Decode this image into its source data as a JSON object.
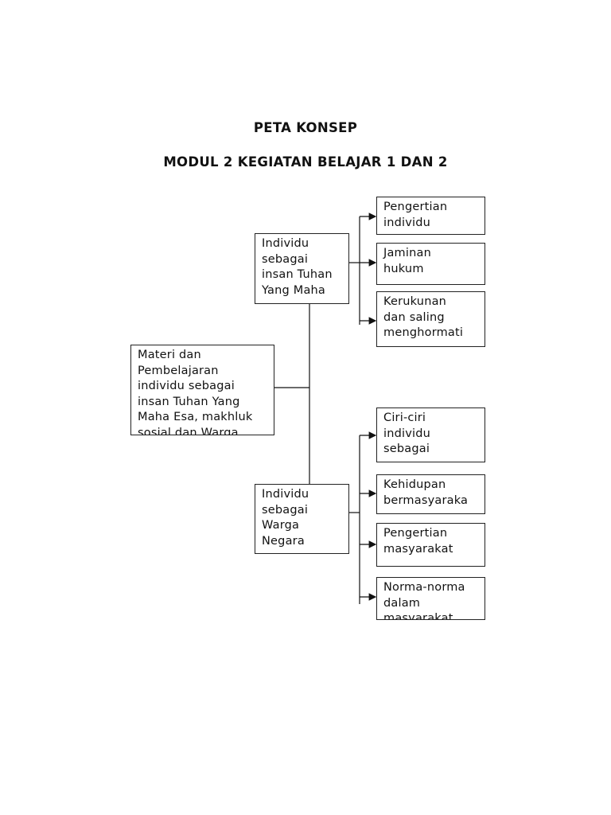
{
  "title": "PETA KONSEP",
  "subtitle": "MODUL 2 KEGIATAN BELAJAR 1 DAN 2",
  "root": {
    "lines": [
      "Materi  dan",
      "Pembelajaran",
      "individu sebagai",
      "insan Tuhan Yang",
      "Maha Esa, makhluk",
      "sosial dan Warga"
    ]
  },
  "branch_top": {
    "lines": [
      "Individu",
      "sebagai",
      "insan Tuhan",
      "Yang Maha"
    ],
    "children": [
      {
        "lines": [
          "Pengertian",
          "individu"
        ]
      },
      {
        "lines": [
          "Jaminan",
          "hukum"
        ]
      },
      {
        "lines": [
          "Kerukunan",
          "dan saling",
          "menghormati"
        ]
      }
    ]
  },
  "branch_bottom": {
    "lines": [
      "Individu",
      "sebagai",
      "Warga",
      "Negara"
    ],
    "children": [
      {
        "lines": [
          "Ciri-ciri",
          "individu",
          "sebagai"
        ]
      },
      {
        "lines": [
          "Kehidupan",
          "bermasyaraka"
        ]
      },
      {
        "lines": [
          "Pengertian",
          "masyarakat"
        ]
      },
      {
        "lines": [
          "Norma-norma",
          "dalam",
          "masyarakat"
        ]
      }
    ]
  }
}
